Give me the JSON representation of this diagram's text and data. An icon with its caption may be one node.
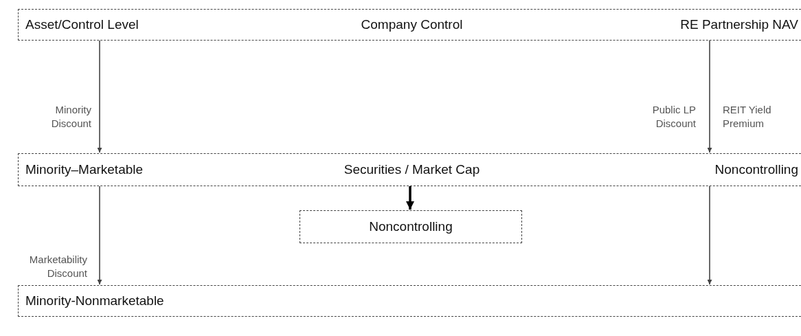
{
  "diagram": {
    "nodes": [
      {
        "text": [
          "Asset/Control Level",
          "Company Control",
          "RE Partnership NAV"
        ]
      },
      {
        "text": [
          "Minority–Marketable",
          "Securities / Market Cap",
          "Noncontrolling"
        ]
      },
      {
        "text": [
          "Noncontrolling"
        ]
      },
      {
        "text": [
          "Minority-Nonmarketable"
        ]
      }
    ],
    "edges": [
      {
        "from": 0,
        "to": 1,
        "arrow": "to",
        "label": "Minority Discount"
      },
      {
        "from": 0,
        "to": 1,
        "arrow": "to",
        "label": "Public LP Discount"
      },
      {
        "from": 1,
        "to": 2,
        "arrow": "to",
        "style": "thick",
        "color": "#000000"
      },
      {
        "from": 1,
        "to": 3,
        "arrow": "to",
        "label": "Marketability Discount"
      },
      {
        "from": 1,
        "to": 3,
        "arrow": "to"
      }
    ],
    "labels": [
      "REIT Yield Premium"
    ]
  }
}
